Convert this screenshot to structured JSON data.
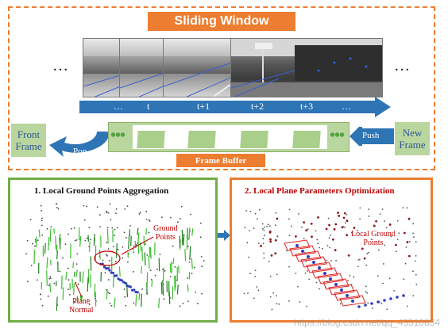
{
  "top_section": {
    "title": "Sliding Window",
    "ellipsis_left": "…",
    "ellipsis_right": "…",
    "timeline_labels": [
      "…",
      "t",
      "t+1",
      "t+2",
      "t+3",
      "…"
    ],
    "front_frame": "Front\nFrame",
    "new_frame": "New\nFrame",
    "pop_label": "Pop",
    "push_label": "Push",
    "buffer_dots_left": "•••",
    "buffer_dots_right": "•••",
    "frame_buffer_label": "Frame Buffer"
  },
  "left_panel": {
    "title": "1. Local Ground Points Aggregation",
    "ground_points_label": "Ground\nPoints",
    "plane_normal_label": "Plane\nNormal"
  },
  "right_panel": {
    "title": "2.  Local Plane Parameters Optimization",
    "local_ground_points_label": "Local Ground\nPoints"
  },
  "watermark": "https://blog.csdn.net/qq_43510834",
  "colors": {
    "orange": "#ed7d31",
    "green_border": "#70ad47",
    "light_green": "#b9d69e",
    "arrow_blue": "#2e75b6",
    "label_red": "#c00000"
  }
}
